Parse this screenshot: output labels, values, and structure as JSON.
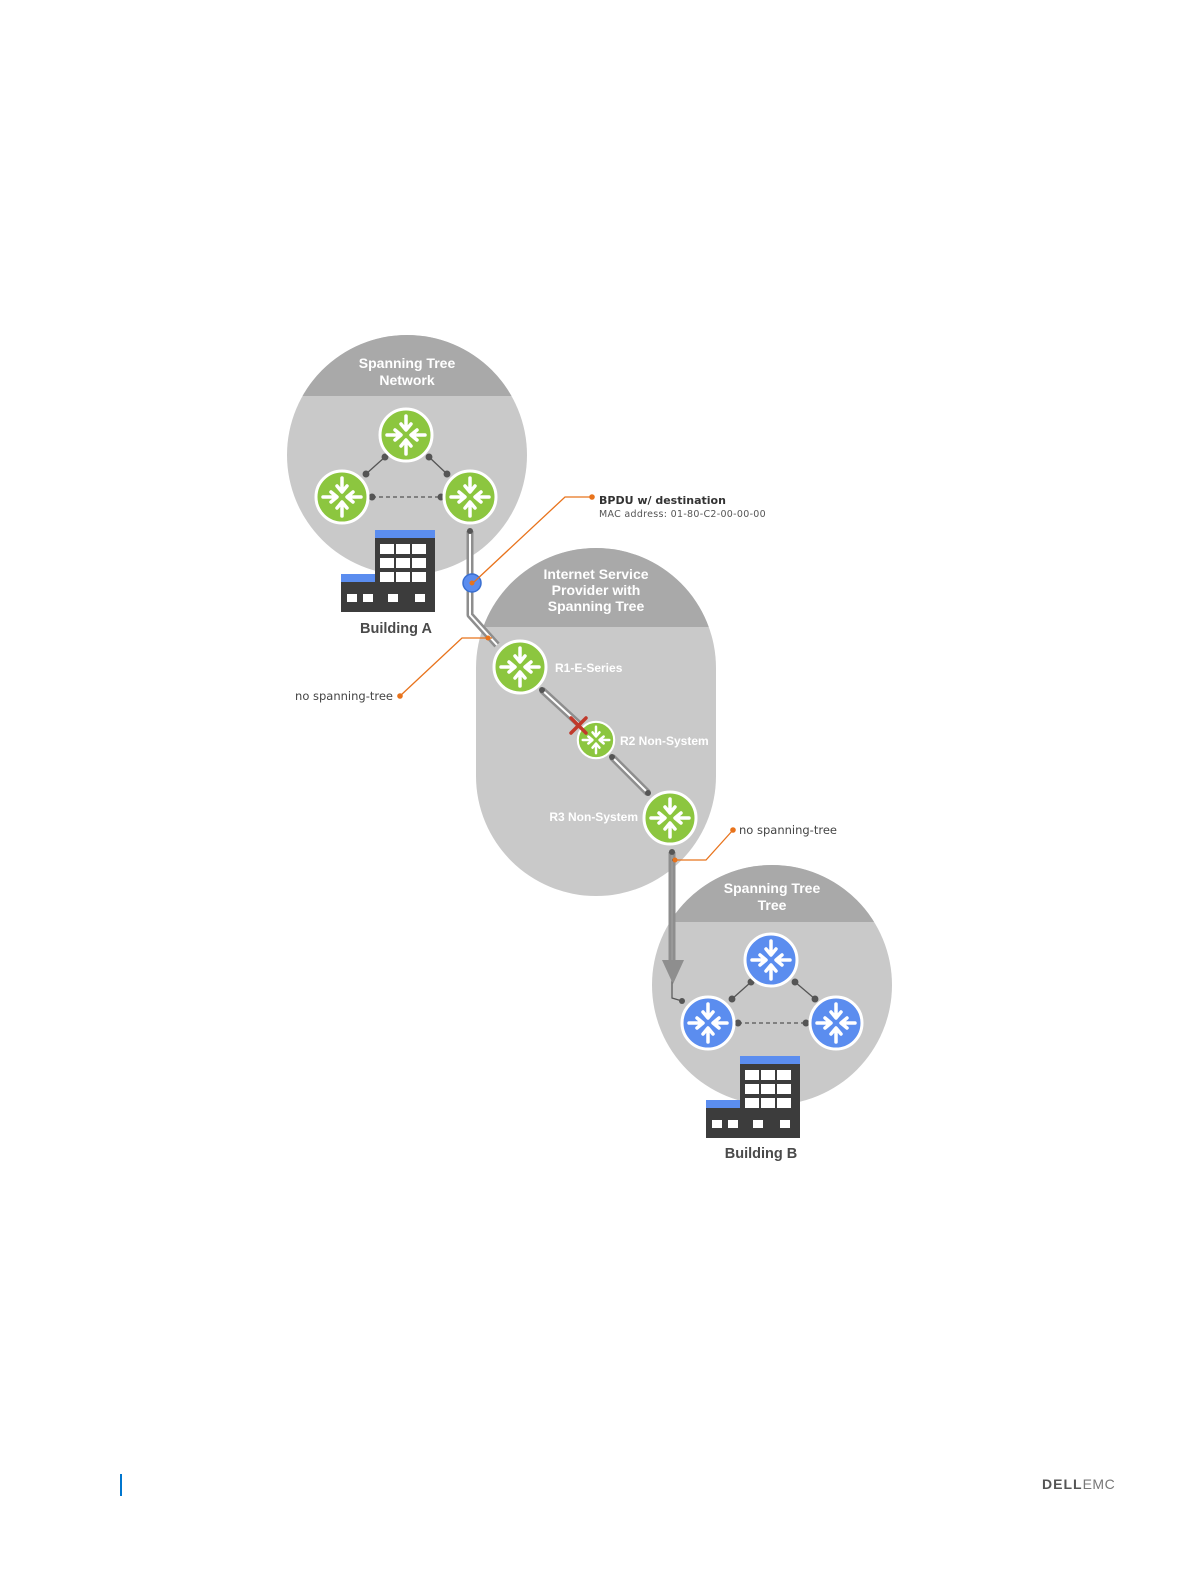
{
  "zones": {
    "top": {
      "title_line1": "Spanning Tree",
      "title_line2": "Network"
    },
    "isp": {
      "title_line1": "Internet Service",
      "title_line2": "Provider with",
      "title_line3": "Spanning Tree"
    },
    "bottom": {
      "title_line1": "Spanning Tree",
      "title_line2": "Tree"
    }
  },
  "buildings": {
    "a": "Building A",
    "b": "Building B"
  },
  "nodes": {
    "r1": "R1-E-Series",
    "r2": "R2 Non-System",
    "r3": "R3 Non-System"
  },
  "callouts": {
    "bpdu_title": "BPDU w/ destination",
    "bpdu_mac": "MAC address: 01-80-C2-00-00-00",
    "no_stp_left": "no spanning-tree",
    "no_stp_right": "no spanning-tree"
  },
  "colors": {
    "zone_fill": "#c9c9c9",
    "zone_header": "#a9a9a9",
    "router_green": "#8cc63f",
    "router_blue": "#5b8def",
    "link_gray": "#9a9a9a",
    "callout_orange": "#e8731c",
    "blocked_x": "#c0392b",
    "building": "#3c3c3c"
  },
  "icons": [
    "router-icon",
    "building-icon",
    "blocked-port-icon",
    "bpdu-marker-icon"
  ],
  "footer": {
    "brand_bold": "DELL",
    "brand_light": "EMC"
  }
}
